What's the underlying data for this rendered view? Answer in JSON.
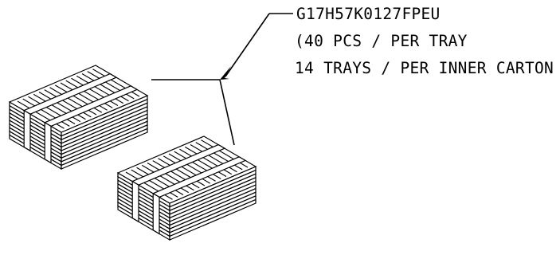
{
  "callout": {
    "part_number": "G17H57K0127FPEU",
    "qty_per_tray": "(40 PCS / PER TRAY",
    "trays_per_carton": "14 TRAYS / PER INNER CARTON )"
  },
  "stacks": [
    {
      "name": "tray-stack-left"
    },
    {
      "name": "tray-stack-right"
    }
  ]
}
